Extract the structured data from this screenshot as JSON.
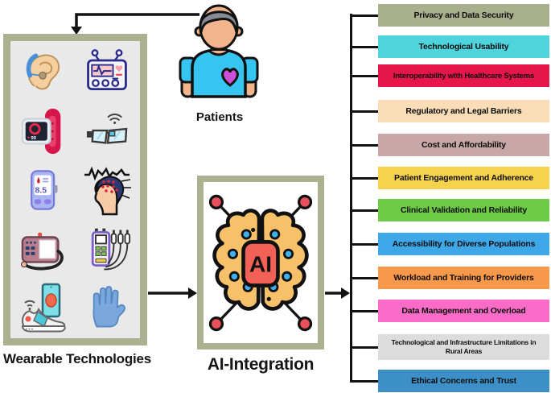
{
  "colors": {
    "panel_border": "#a9b18f",
    "panel_bg": "#e9e9e9",
    "connector": "#121212"
  },
  "left_panel": {
    "label": "Wearable Technologies",
    "icons": [
      "hearing-aid-icon",
      "ecg-monitor-icon",
      "smartwatch-icon",
      "smart-glasses-icon",
      "glucose-meter-icon",
      "eeg-cap-icon",
      "bp-monitor-icon",
      "emg-device-icon",
      "smart-shoe-icon",
      "smart-glove-icon"
    ],
    "watch_reading": "90",
    "glucose_reading": "8.5"
  },
  "patient": {
    "label": "Patients"
  },
  "ai": {
    "label": "AI-Integration",
    "badge": "AI"
  },
  "right_panel": {
    "items": [
      {
        "label": "Privacy and Data Security",
        "color": "#a9b08d"
      },
      {
        "label": "Technological Usability",
        "color": "#4fd4dd"
      },
      {
        "label": "Interoperability with Healthcare Systems",
        "color": "#e6164b"
      },
      {
        "label": "Regulatory and Legal Barriers",
        "color": "#f8ddb6"
      },
      {
        "label": "Cost and Affordability",
        "color": "#c7a7a7"
      },
      {
        "label": "Patient Engagement and Adherence",
        "color": "#f7d34d"
      },
      {
        "label": "Clinical Validation and Reliability",
        "color": "#6ecb47"
      },
      {
        "label": "Accessibility for Diverse Populations",
        "color": "#3ea7e8"
      },
      {
        "label": "Workload and Training for Providers",
        "color": "#f8984b"
      },
      {
        "label": "Data Management and Overload",
        "color": "#fa6cc7"
      },
      {
        "label": "Technological and Infrastructure Limitations in Rural Areas",
        "color": "#dcdcdc"
      },
      {
        "label": "Ethical Concerns and Trust",
        "color": "#3d8fc7"
      }
    ]
  }
}
